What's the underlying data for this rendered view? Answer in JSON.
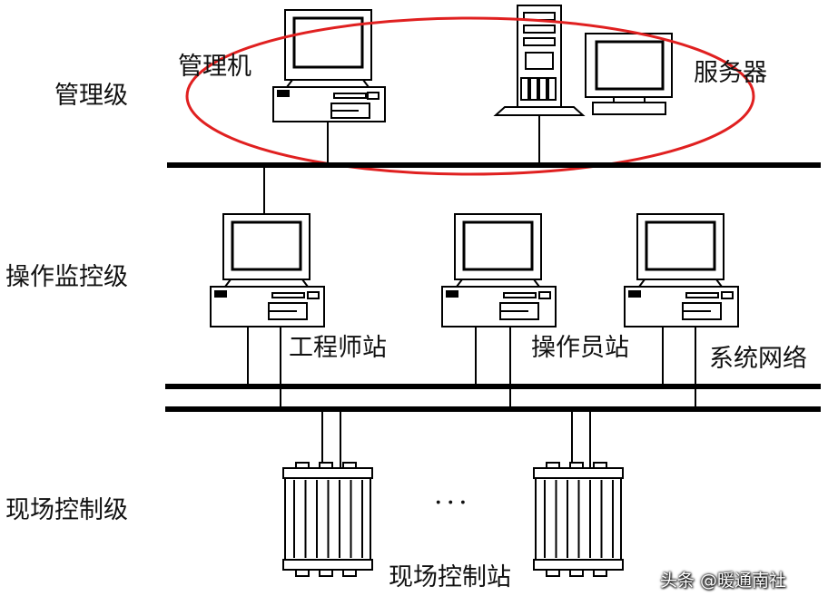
{
  "levels": {
    "management": "管理级",
    "operation": "操作监控级",
    "field": "现场控制级"
  },
  "nodes": {
    "management_pc": "管理机",
    "server": "服务器",
    "engineer_station": "工程师站",
    "operator_station": "操作员站",
    "system_network": "系统网络",
    "field_station": "现场控制站"
  },
  "ellipsis": "···",
  "watermark": "头条 @暖通南社",
  "colors": {
    "line": "#000000",
    "highlight": "#e02020",
    "screen": "#ffffff"
  },
  "icons": [
    "monitor-icon",
    "desktop-case-icon",
    "server-tower-icon",
    "control-cabinet-icon"
  ]
}
